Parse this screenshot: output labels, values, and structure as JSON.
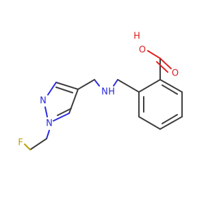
{
  "molecule": {
    "colors": {
      "bond": "#3c3c3c",
      "nitrogen": "#2828e0",
      "oxygen": "#e02020",
      "fluorine": "#b8a000"
    },
    "atoms": {
      "hydroxyl_h": "H",
      "hydroxyl_o": "O",
      "carbonyl_o": "O",
      "amine_n": "N",
      "amine_h": "H",
      "pyrazole_n2": "N",
      "pyrazole_n1": "N",
      "fluorine": "F"
    }
  }
}
